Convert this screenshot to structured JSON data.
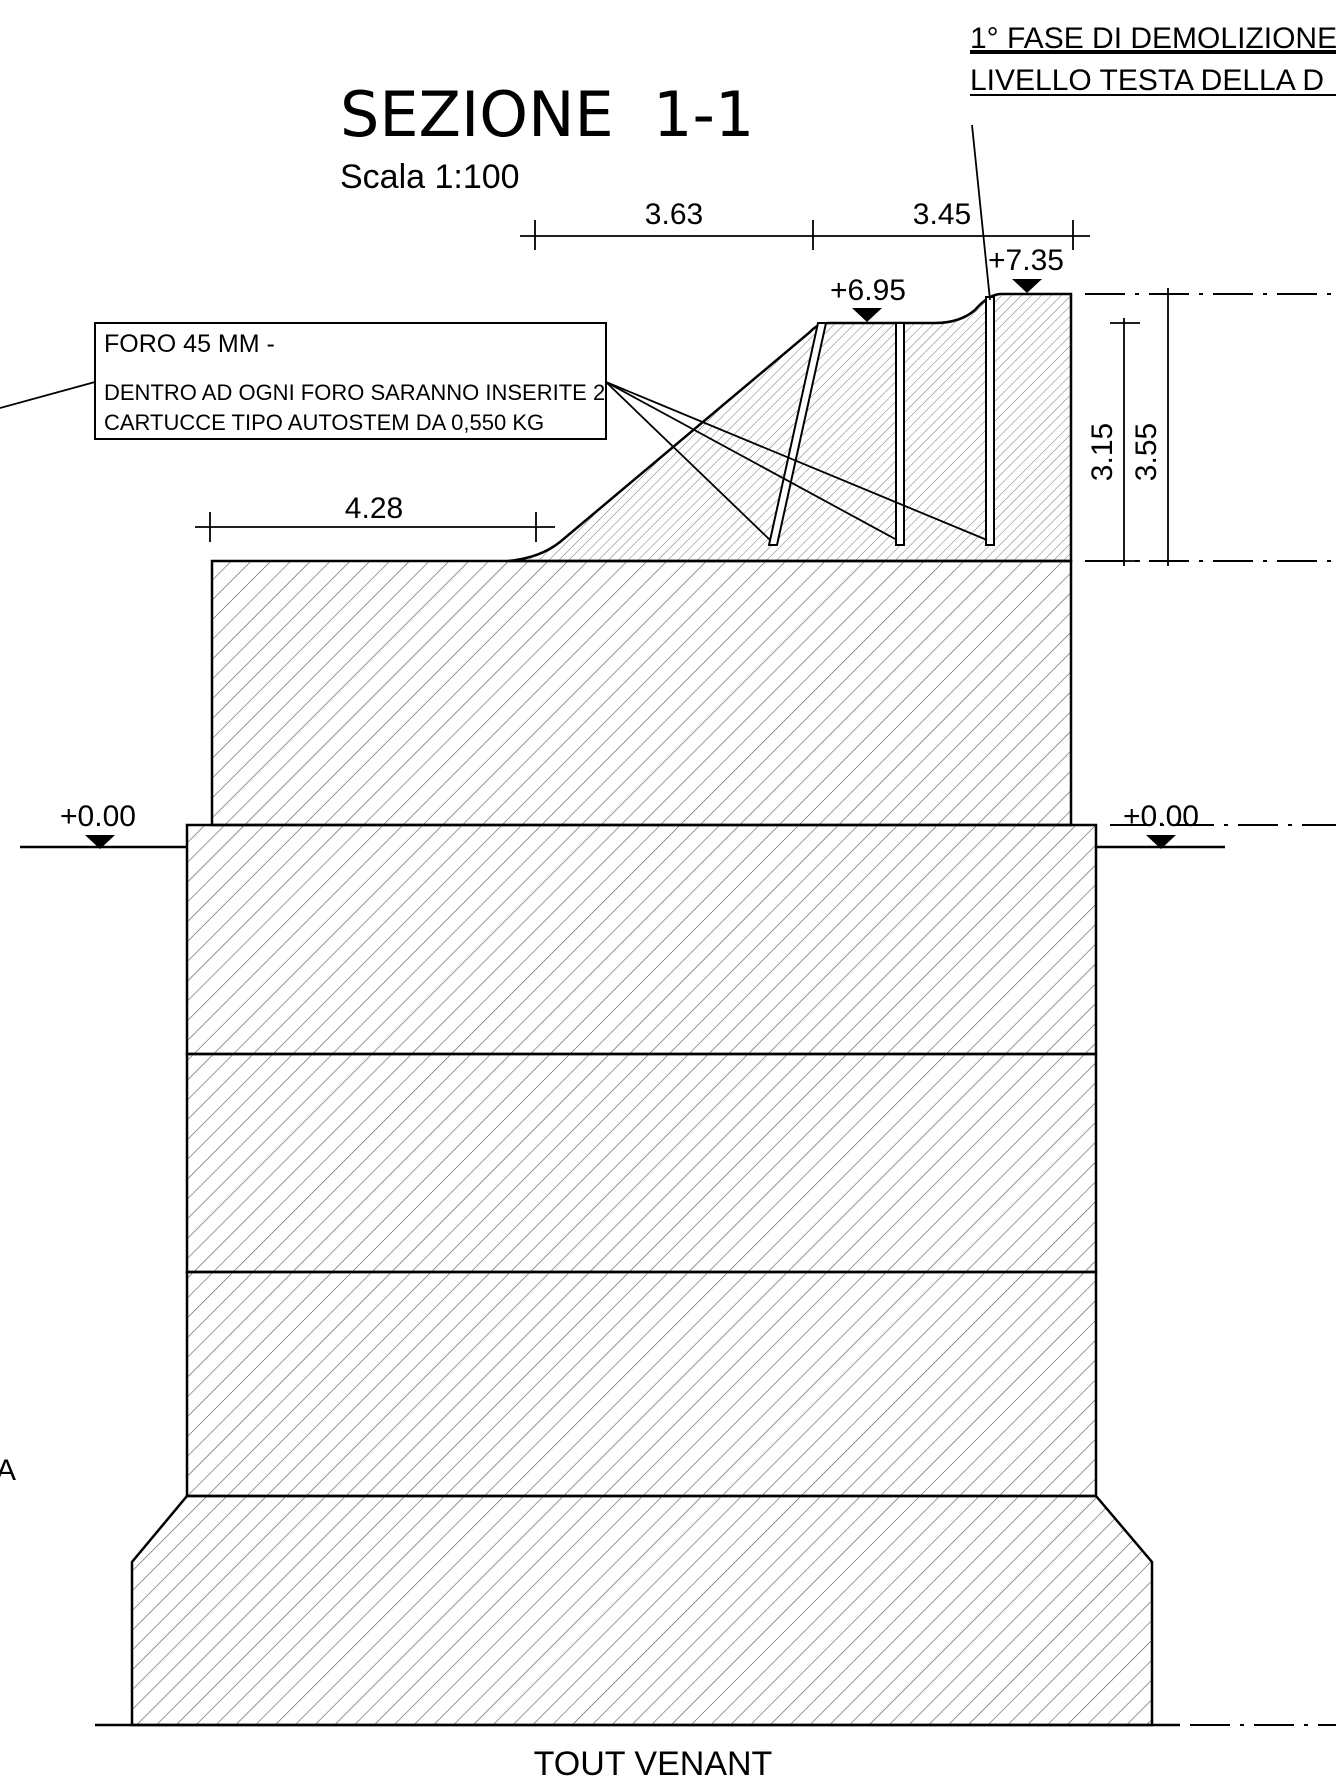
{
  "title": "SEZIONE  1-1",
  "scale": "Scala 1:100",
  "phase_note": {
    "line1": "1° FASE DI DEMOLIZIONE",
    "line2": "LIVELLO TESTA DELLA D"
  },
  "drill_note": {
    "line1": "FORO 45 MM -",
    "line2": "DENTRO AD OGNI FORO SARANNO INSERITE 2",
    "line3": "CARTUCCE TIPO AUTOSTEM  DA 0,550 KG"
  },
  "dimensions": {
    "top_left": "3.63",
    "top_right": "3.45",
    "base_left": "4.28",
    "height_inner": "3.15",
    "height_outer": "3.55"
  },
  "elevations": {
    "crest_mid": "+6.95",
    "crest_top": "+7.35",
    "ground_left": "+0.00",
    "ground_right": "+0.00"
  },
  "foundation_label": "TOUT VENANT",
  "left_edge_fragment": "A",
  "colors": {
    "line": "#000000",
    "hatch": "#555555",
    "background": "#ffffff"
  }
}
